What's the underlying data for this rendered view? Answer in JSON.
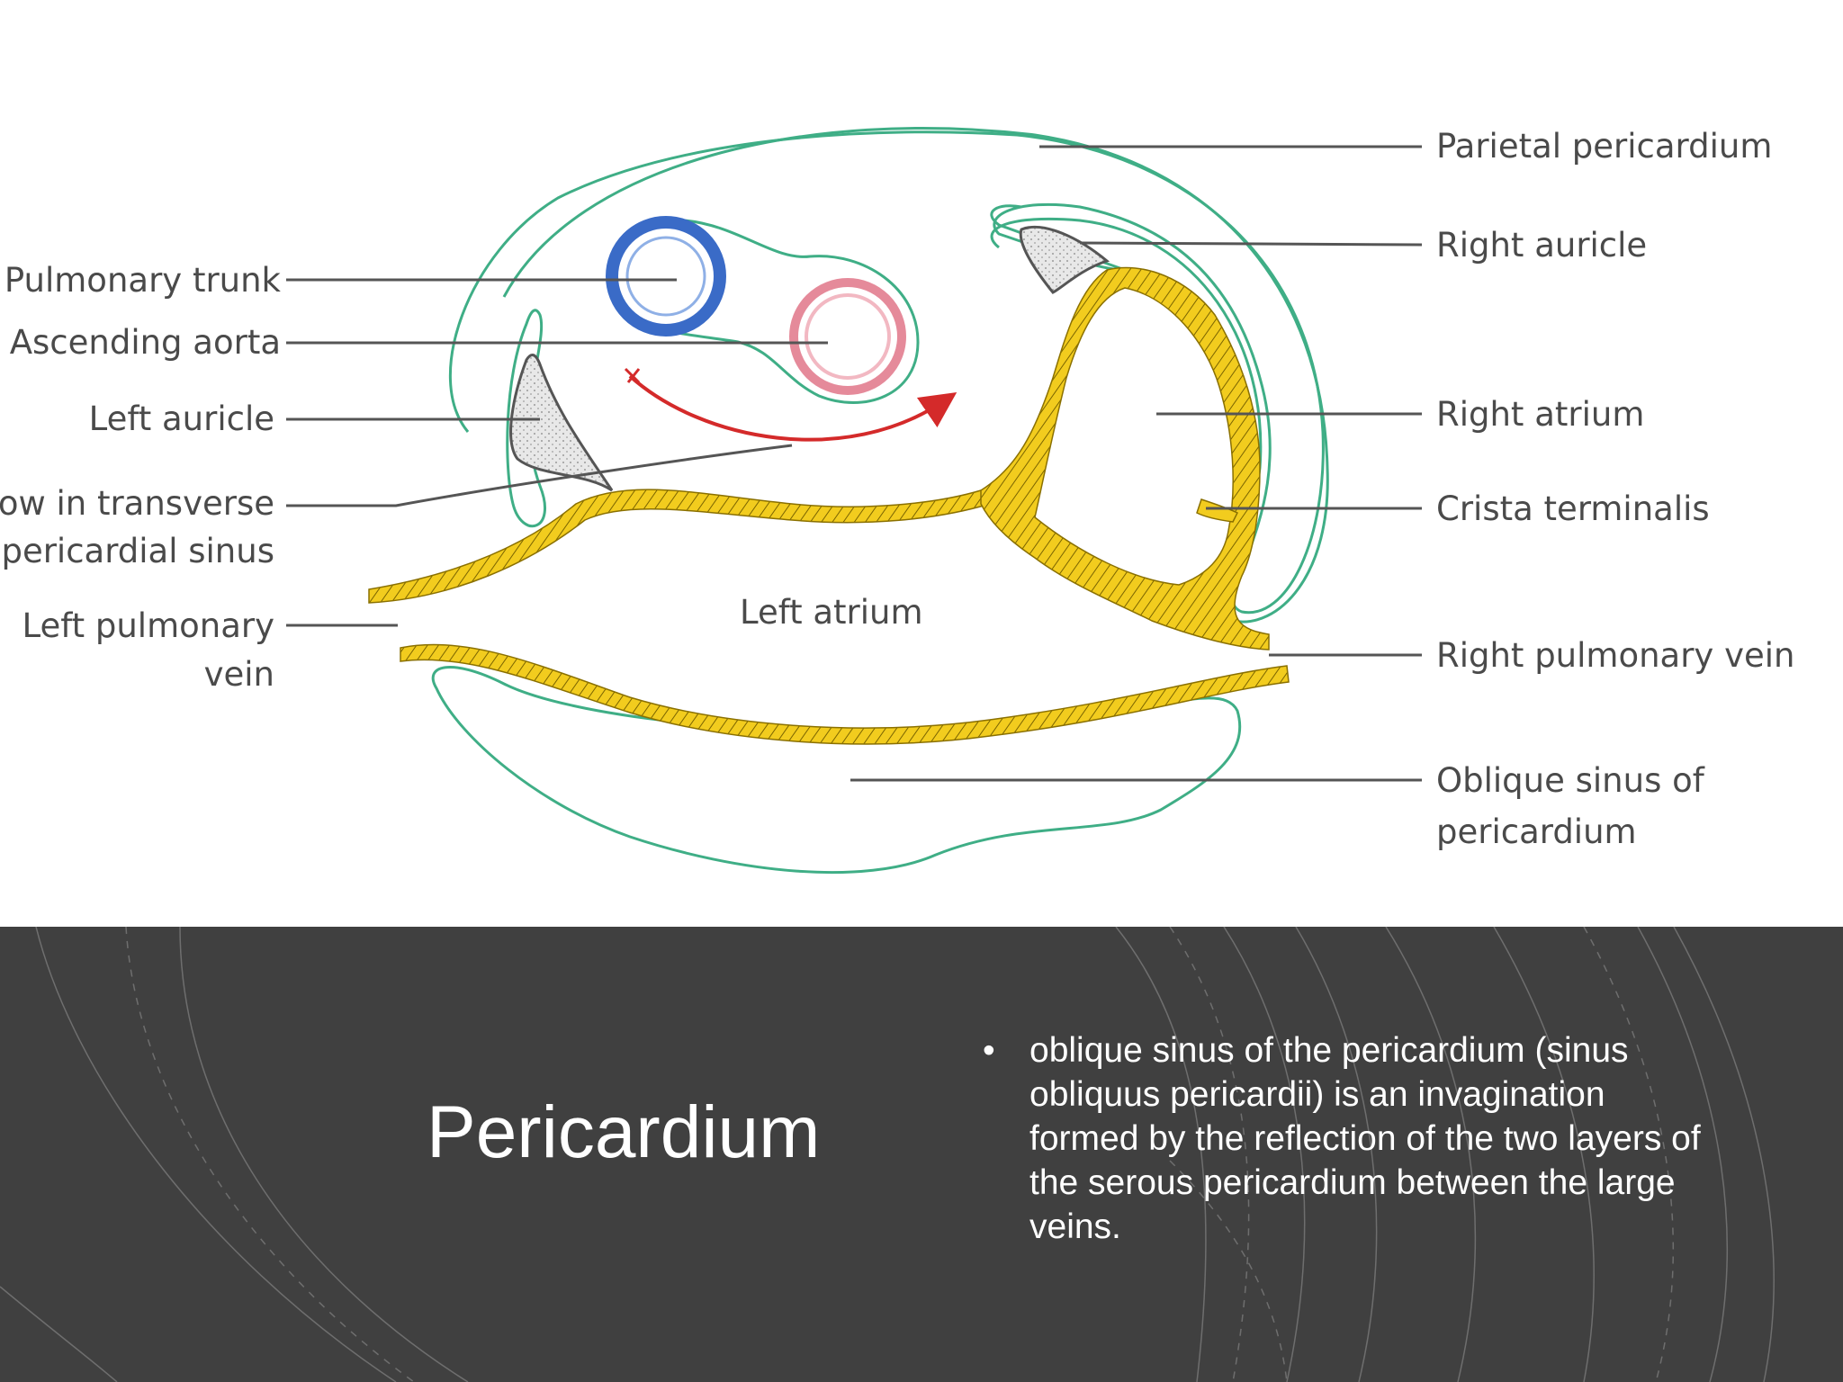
{
  "diagram": {
    "labels": {
      "parietal_pericardium": "Parietal pericardium",
      "right_auricle": "Right auricle",
      "right_atrium": "Right atrium",
      "crista_terminalis": "Crista terminalis",
      "right_pulmonary_vein": "Right pulmonary vein",
      "oblique_sinus_line1": "Oblique sinus of",
      "oblique_sinus_line2": "pericardium",
      "pulmonary_trunk": "Pulmonary trunk",
      "ascending_aorta": "Ascending aorta",
      "left_auricle": "Left auricle",
      "transverse_line1": "ow in transverse",
      "transverse_line2": "pericardial sinus",
      "left_pulmonary_line1": "Left pulmonary",
      "left_pulmonary_line2": "vein",
      "left_atrium": "Left atrium"
    },
    "colors": {
      "serous_outline": "#3fae86",
      "myocardium": "#f2cc1e",
      "pulmonary_trunk": "#3a6bc7",
      "ascending_aorta": "#e58a9a",
      "arrow": "#d42a2a",
      "leader": "#555555"
    }
  },
  "slide": {
    "title": "Pericardium",
    "bullets": [
      "oblique sinus of the pericardium (sinus obliquus pericardii) is an invagination formed by the reflection of the two layers of the serous pericardium between the large veins."
    ],
    "bullet_char": "•",
    "background_color": "#404040"
  }
}
